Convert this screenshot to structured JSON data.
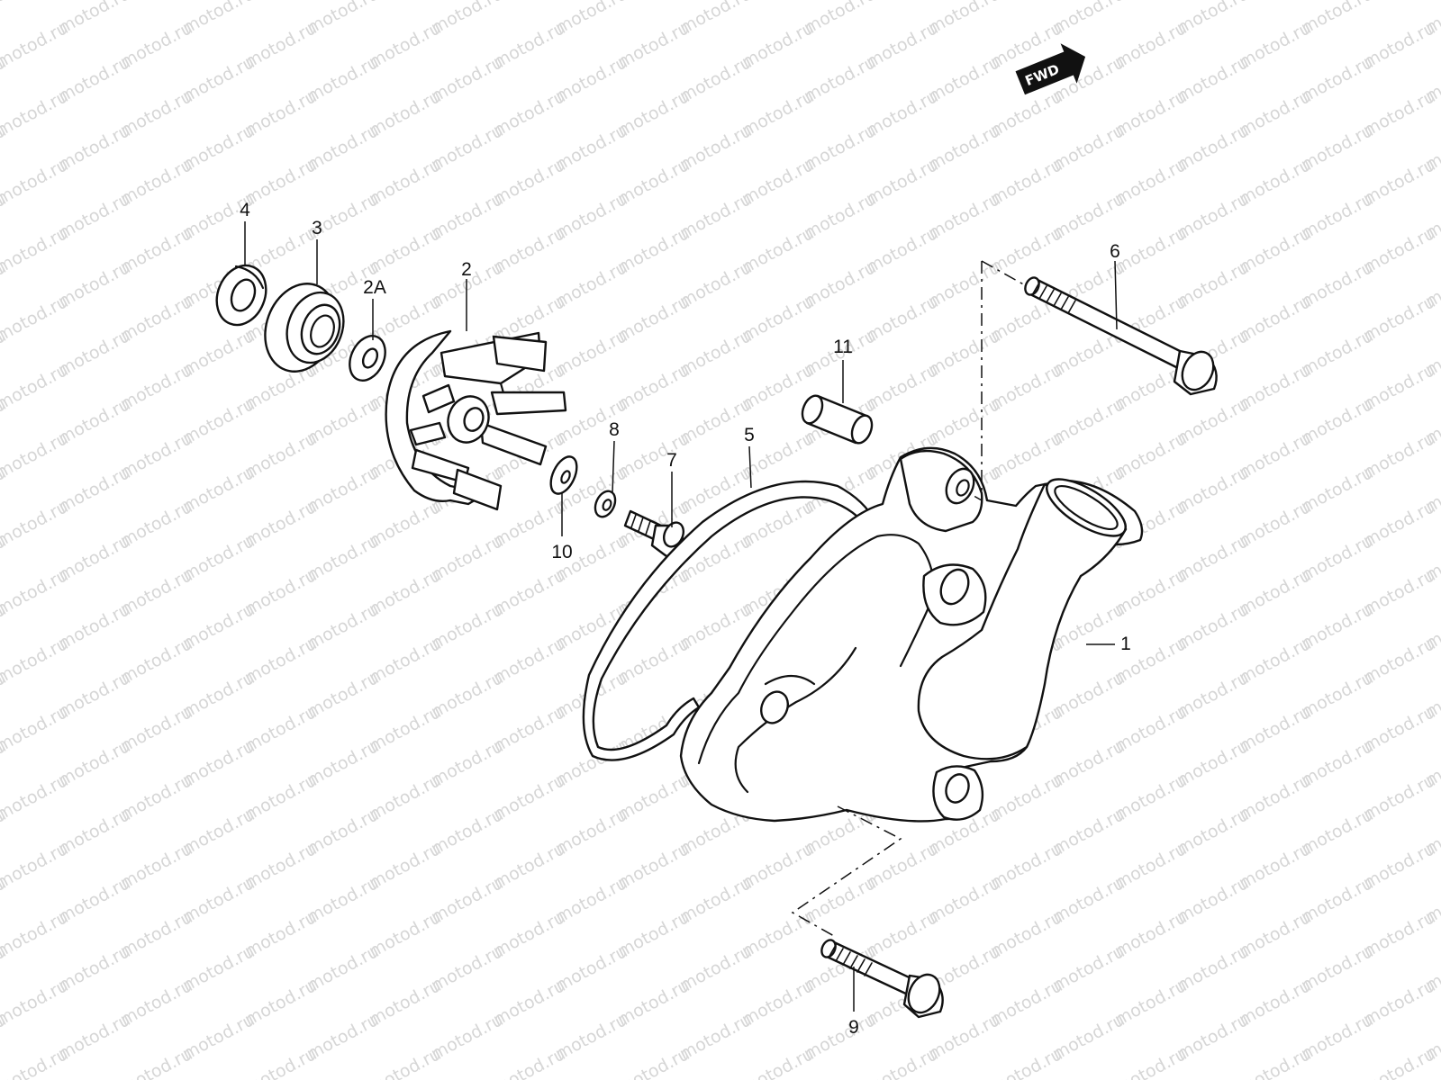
{
  "watermark": {
    "text": "motod.ru",
    "color": "#d6d6d6"
  },
  "fwd": {
    "label": "FWD",
    "icon": "forward-arrow-icon"
  },
  "callouts": [
    {
      "id": "c1",
      "label": "1"
    },
    {
      "id": "c2",
      "label": "2"
    },
    {
      "id": "c2a",
      "label": "2A"
    },
    {
      "id": "c3",
      "label": "3"
    },
    {
      "id": "c4",
      "label": "4"
    },
    {
      "id": "c5",
      "label": "5"
    },
    {
      "id": "c6",
      "label": "6"
    },
    {
      "id": "c7",
      "label": "7"
    },
    {
      "id": "c8",
      "label": "8"
    },
    {
      "id": "c9",
      "label": "9"
    },
    {
      "id": "c10",
      "label": "10"
    },
    {
      "id": "c11",
      "label": "11"
    }
  ],
  "line_color": "#111111"
}
